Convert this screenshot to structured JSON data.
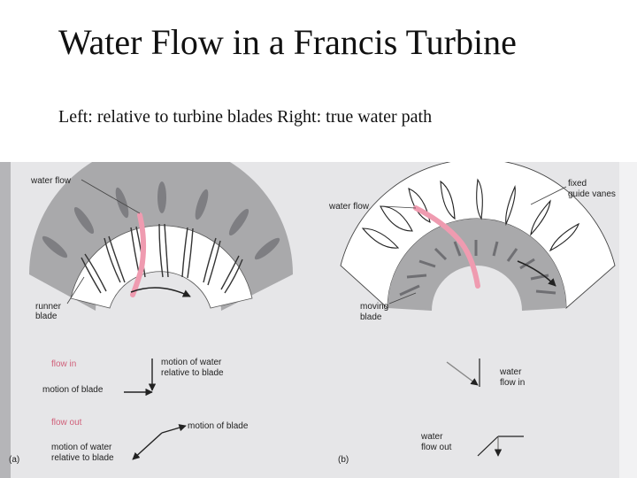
{
  "slide": {
    "title": "Water Flow in a Francis Turbine",
    "subtitle": "Left: relative to turbine blades  Right: true water path"
  },
  "figure": {
    "panel_a": {
      "tag": "(a)",
      "water_flow": "water flow",
      "runner_blade_1": "runner",
      "runner_blade_2": "blade",
      "flow_in": "flow in",
      "motion_water_rel_1": "motion of water",
      "motion_water_rel_2": "relative to blade",
      "motion_of_blade_in": "motion of blade",
      "flow_out": "flow out",
      "motion_of_blade_out": "motion of blade",
      "motion_water_out_1": "motion of water",
      "motion_water_out_2": "relative to blade"
    },
    "panel_b": {
      "tag": "(b)",
      "water_flow": "water flow",
      "fixed_vanes_1": "fixed",
      "fixed_vanes_2": "guide vanes",
      "moving_blade_1": "moving",
      "moving_blade_2": "blade",
      "water_flow_in_1": "water",
      "water_flow_in_2": "flow in",
      "water_flow_out_1": "water",
      "water_flow_out_2": "flow out"
    },
    "colors": {
      "ring_gray": "#a9a9ab",
      "page_gray": "#e6e6e8",
      "pink": "#ef9bb0",
      "pink_text": "#d0607a"
    }
  }
}
